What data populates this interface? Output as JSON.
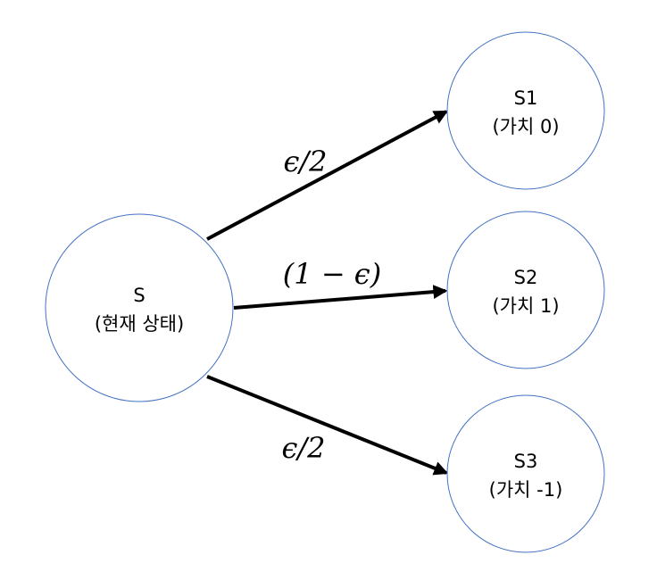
{
  "nodes": [
    {
      "id": "s",
      "name": "S",
      "subtitle": "(현재 상태)"
    },
    {
      "id": "s1",
      "name": "S1",
      "subtitle": "(가치 0)"
    },
    {
      "id": "s2",
      "name": "S2",
      "subtitle": "(가치 1)"
    },
    {
      "id": "s3",
      "name": "S3",
      "subtitle": "(가치 -1)"
    }
  ],
  "edges": [
    {
      "from": "s",
      "to": "s1",
      "label": "ϵ/2"
    },
    {
      "from": "s",
      "to": "s2",
      "label": "(1 − ϵ)"
    },
    {
      "from": "s",
      "to": "s3",
      "label": "ϵ/2"
    }
  ],
  "colors": {
    "node_stroke": "#4472c4",
    "arrow": "#000000",
    "background": "#ffffff"
  }
}
